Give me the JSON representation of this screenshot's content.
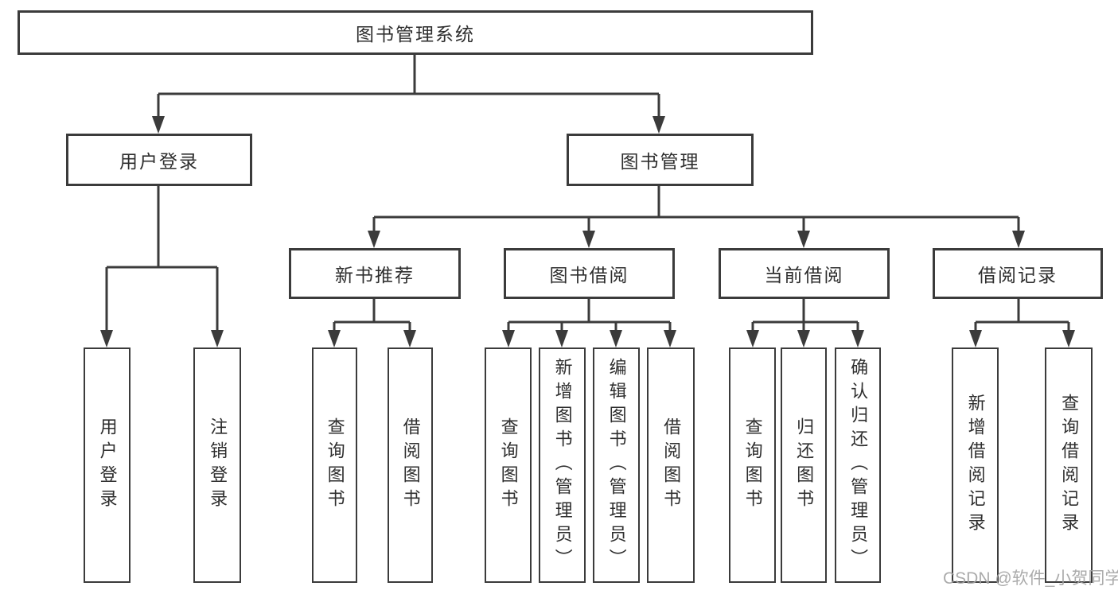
{
  "diagram": {
    "root": {
      "label": "图书管理系统"
    },
    "branches": [
      {
        "label": "用户登录",
        "leaves": [
          "用户登录",
          "注销登录"
        ]
      },
      {
        "label": "图书管理",
        "groups": [
          {
            "label": "新书推荐",
            "leaves": [
              "查询图书",
              "借阅图书"
            ]
          },
          {
            "label": "图书借阅",
            "leaves": [
              "查询图书",
              "新增图书（管理员）",
              "编辑图书（管理员）",
              "借阅图书"
            ]
          },
          {
            "label": "当前借阅",
            "leaves": [
              "查询图书",
              "归还图书",
              "确认归还（管理员）"
            ]
          },
          {
            "label": "借阅记录",
            "leaves": [
              "新增借阅记录",
              "查询借阅记录"
            ]
          }
        ]
      }
    ],
    "watermark": "CSDN @软件_小贺同学",
    "colors": {
      "line": "#3b3b3b",
      "text": "#2e2e2e",
      "watermark": "#a2a2a2",
      "background": "#ffffff"
    }
  }
}
